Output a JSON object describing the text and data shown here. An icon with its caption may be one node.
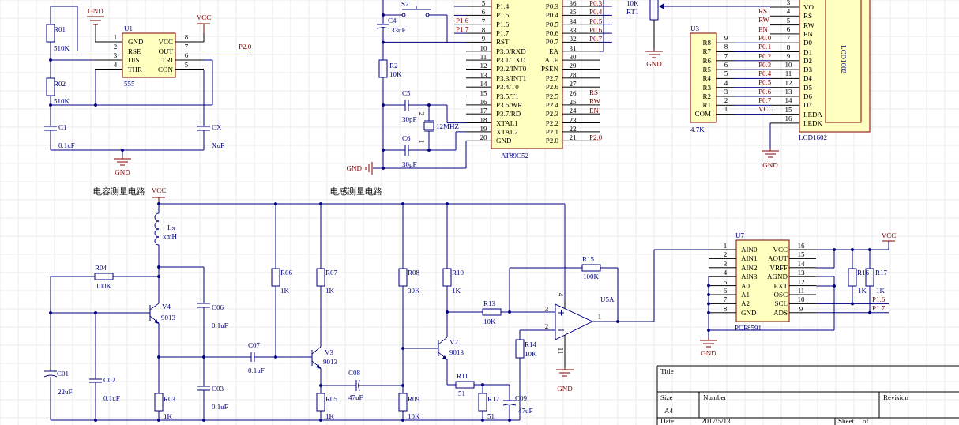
{
  "diagram": {
    "labels": [
      "GND",
      "U1",
      "VCC",
      "R01",
      "510K",
      "1",
      "2",
      "3",
      "4",
      "GND",
      "RSE",
      "DIS",
      "THR",
      "VCC",
      "OUT",
      "TRI",
      "CON",
      "8",
      "7",
      "6",
      "5",
      "P2.0",
      "R02",
      "555",
      "510K",
      "C1",
      "CX",
      "0.1uF",
      "XuF",
      "GND",
      "S2",
      "C4",
      "33uF",
      "5",
      "6",
      "7",
      "8",
      "9",
      "10",
      "11",
      "12",
      "13",
      "14",
      "15",
      "16",
      "17",
      "18",
      "19",
      "20",
      "P1.6",
      "P1.7",
      "P1.4",
      "P1.5",
      "P1.6",
      "P1.7",
      "RST",
      "P3.0/RXD",
      "P3.1/TXD",
      "P3.2/INT0",
      "P3.3/INT1",
      "P3.4/T0",
      "P3.5/T1",
      "P3.6/WR",
      "P3.7/RD",
      "XTAL1",
      "XTAL2",
      "GND",
      "P0.3",
      "P0.4",
      "P0.5",
      "P0.6",
      "P0.7",
      "EA",
      "ALE",
      "PSEN",
      "P2.7",
      "P2.6",
      "P2.5",
      "P2.4",
      "P2.3",
      "P2.2",
      "P2.1",
      "P2.0",
      "36",
      "35",
      "34",
      "33",
      "32",
      "31",
      "30",
      "29",
      "28",
      "27",
      "26",
      "25",
      "24",
      "23",
      "22",
      "21",
      "P0.3",
      "P0.4",
      "P0.5",
      "P0.6",
      "P0.7",
      "RS",
      "RW",
      "EN",
      "P2.0",
      "R2",
      "10K",
      "C5",
      "30pF",
      "C6",
      "30pF",
      "2",
      "1",
      "12MHZ",
      "GND",
      "AT89C52",
      "10K",
      "RT1",
      "GND",
      "U3",
      "R8",
      "R7",
      "R6",
      "R5",
      "R4",
      "R3",
      "R2",
      "R1",
      "COM",
      "9",
      "8",
      "7",
      "6",
      "5",
      "4",
      "3",
      "2",
      "1",
      "4.7K",
      "RS",
      "RW",
      "EN",
      "P0.0",
      "P0.1",
      "P0.2",
      "P0.3",
      "P0.4",
      "P0.5",
      "P0.6",
      "P0.7",
      "VCC",
      "3",
      "4",
      "5",
      "6",
      "7",
      "8",
      "9",
      "10",
      "11",
      "12",
      "13",
      "14",
      "15",
      "16",
      "VO",
      "RS",
      "RW",
      "EN",
      "D0",
      "D1",
      "D2",
      "D3",
      "D4",
      "D5",
      "D6",
      "D7",
      "LEDA",
      "LEDK",
      "LCD1602",
      "LCD1602",
      "GND",
      "电容测量电路",
      "VCC",
      "Lx",
      "xmH",
      "R04",
      "100K",
      "V4",
      "9013",
      "C06",
      "0.1uF",
      "C07",
      "0.1uF",
      "R06",
      "1K",
      "C01",
      "22uF",
      "C02",
      "0.1uF",
      "R03",
      "1K",
      "C03",
      "0.1uF",
      "电感测量电路",
      "R07",
      "1K",
      "V3",
      "9013",
      "C08",
      "R05",
      "47uF",
      "1K",
      "R08",
      "39K",
      "R09",
      "10K",
      "R10",
      "1K",
      "R13",
      "10K",
      "V2",
      "9013",
      "R11",
      "51",
      "R12",
      "51",
      "C09",
      "47uF",
      "R14",
      "10K",
      "R15",
      "100K",
      "U5A",
      "4",
      "3",
      "2",
      "1",
      "11",
      "GND",
      "U7",
      "VCC",
      "1",
      "2",
      "3",
      "4",
      "5",
      "6",
      "7",
      "8",
      "AIN0",
      "AIN1",
      "AIN2",
      "AIN3",
      "A0",
      "A1",
      "A2",
      "GND",
      "VCC",
      "AOUT",
      "VRFF",
      "AGND",
      "EXT",
      "OSC",
      "SCL",
      "ADS",
      "16",
      "15",
      "14",
      "13",
      "12",
      "11",
      "10",
      "9",
      "R16",
      "R17",
      "1K",
      "1K",
      "P1.6",
      "P1.7",
      "PCF8591",
      "GND",
      "Title",
      "Size",
      "Number",
      "Revision",
      "A4",
      "Date:",
      "2017/5/13",
      "Sheet",
      "of"
    ]
  }
}
